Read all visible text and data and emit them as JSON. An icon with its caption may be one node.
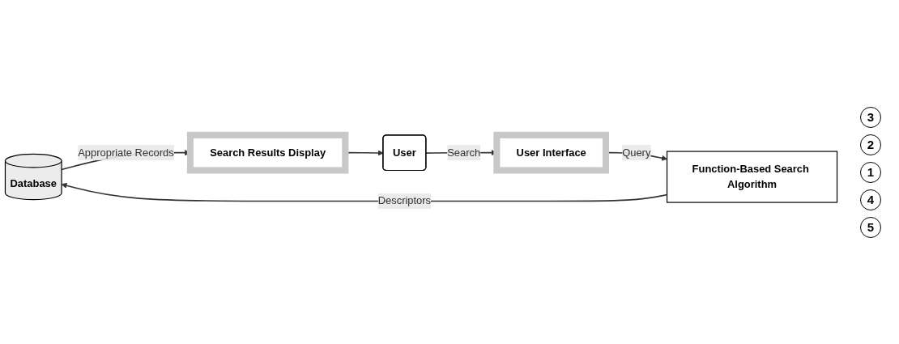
{
  "diagram": {
    "nodes": [
      {
        "text": [
          "Database"
        ]
      },
      {
        "text": [
          "Function-Based Search Algorithm"
        ]
      },
      {
        "text": [
          "User Interface"
        ]
      },
      {
        "text": [
          "User"
        ]
      },
      {
        "text": [
          "Search Results Display"
        ]
      }
    ],
    "edges": [
      {
        "from": 3,
        "to": 2,
        "arrow": "to",
        "label": "Search"
      },
      {
        "from": 2,
        "to": 1,
        "arrow": "to",
        "label": "Query"
      },
      {
        "from": 1,
        "to": 0,
        "arrow": "to",
        "label": "Descriptors"
      },
      {
        "from": 0,
        "to": 4,
        "arrow": "to",
        "label": "Appropriate Records"
      },
      {
        "from": 4,
        "to": 3,
        "arrow": "to"
      }
    ],
    "labels": [
      "3",
      "2",
      "1",
      "4",
      "5"
    ]
  }
}
